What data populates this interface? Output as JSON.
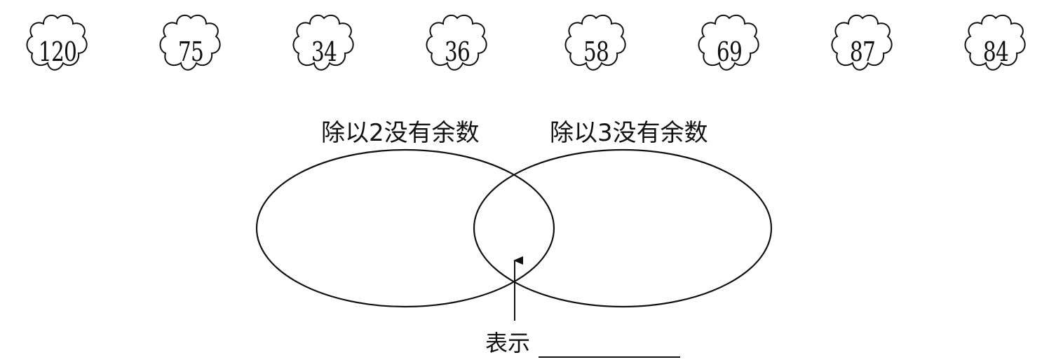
{
  "numbers": [
    "120",
    "75",
    "34",
    "36",
    "58",
    "69",
    "87",
    "84"
  ],
  "sets": {
    "left_label": "除以2没有余数",
    "right_label": "除以3没有余数"
  },
  "intersection": {
    "caption": "表示",
    "answer": ""
  }
}
